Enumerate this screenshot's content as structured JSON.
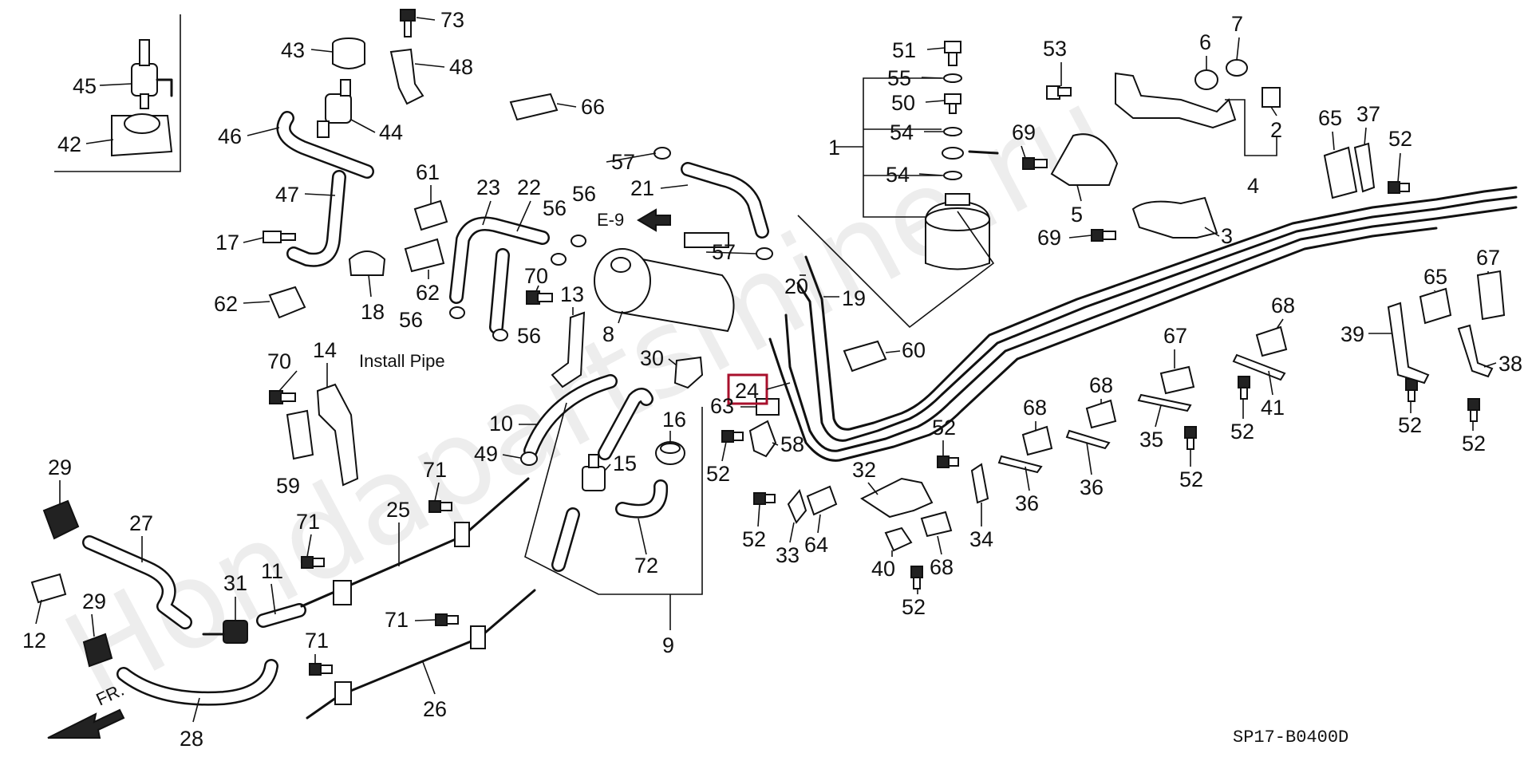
{
  "watermark": "Hondapartsmine.ru",
  "diagram_code": "SP17-B0400D",
  "ref_text": "E-9",
  "install_text": "Install Pipe",
  "front_text": "FR.",
  "highlight_color": "#a8102c",
  "highlighted_label": "24",
  "labels": {
    "p1": "1",
    "p2": "2",
    "p3": "3",
    "p4": "4",
    "p5": "5",
    "p6": "6",
    "p7": "7",
    "p8": "8",
    "p9": "9",
    "p10": "10",
    "p11": "11",
    "p12": "12",
    "p13": "13",
    "p14": "14",
    "p15": "15",
    "p16": "16",
    "p17": "17",
    "p18": "18",
    "p19": "19",
    "p20": "20",
    "p21": "21",
    "p22": "22",
    "p23": "23",
    "p24": "24",
    "p25": "25",
    "p26": "26",
    "p27": "27",
    "p28": "28",
    "p29": "29",
    "p30": "30",
    "p31": "31",
    "p32": "32",
    "p33": "33",
    "p34": "34",
    "p35": "35",
    "p36": "36",
    "p37": "37",
    "p38": "38",
    "p39": "39",
    "p40": "40",
    "p41": "41",
    "p42": "42",
    "p43": "43",
    "p44": "44",
    "p45": "45",
    "p46": "46",
    "p47": "47",
    "p48": "48",
    "p49": "49",
    "p50": "50",
    "p51": "51",
    "p52": "52",
    "p53": "53",
    "p54": "54",
    "p55": "55",
    "p56": "56",
    "p57": "57",
    "p58": "58",
    "p59": "59",
    "p60": "60",
    "p61": "61",
    "p62": "62",
    "p63": "63",
    "p64": "64",
    "p65": "65",
    "p66": "66",
    "p67": "67",
    "p68": "68",
    "p69": "69",
    "p70": "70",
    "p71": "71",
    "p72": "72",
    "p73": "73"
  }
}
